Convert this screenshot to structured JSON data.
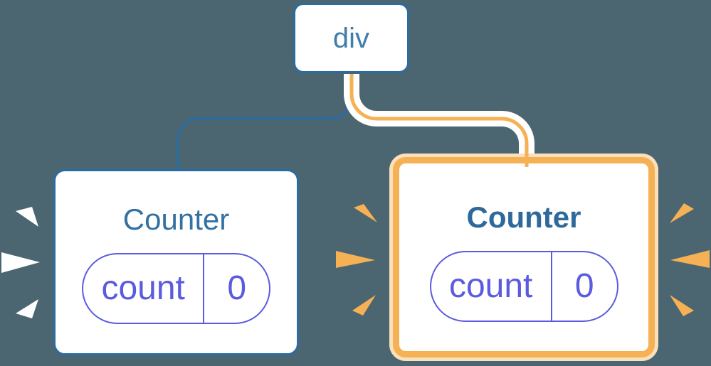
{
  "diagram": {
    "description": "React component tree: div root with two Counter children, the right one newly rendered (highlighted)",
    "root": {
      "label": "div"
    },
    "left_component": {
      "title": "Counter",
      "state_key": "count",
      "state_value": "0",
      "highlighted": false
    },
    "right_component": {
      "title": "Counter",
      "state_key": "count",
      "state_value": "0",
      "highlighted": true
    }
  },
  "colors": {
    "background": "#4B6670",
    "stroke_blue": "#2B6CA0",
    "text_blue": "#3E7EAB",
    "title_left": "#3371A2",
    "title_right": "#2E699C",
    "indigo": "#5B5BE0",
    "amber": "#F6B155",
    "amber_halo": "#FAE0BC"
  }
}
